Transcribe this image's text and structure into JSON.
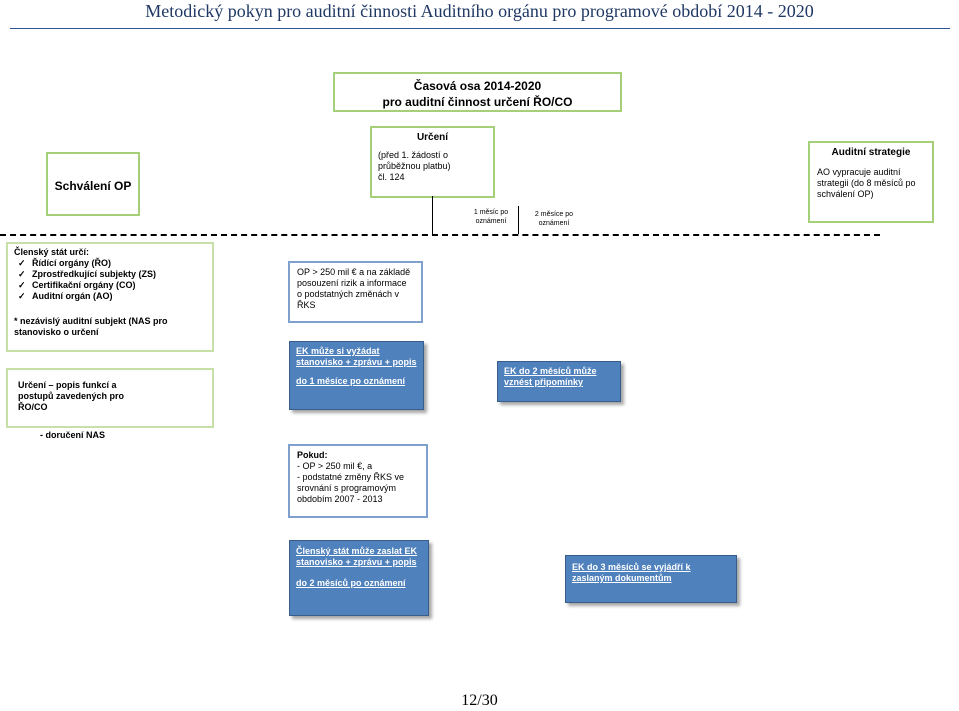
{
  "header": {
    "title": "Metodický pokyn pro auditní činnosti Auditního orgánu pro programové období 2014 - 2020"
  },
  "timeline_box": {
    "line1": "Časová osa 2014-2020",
    "line2": "pro auditní činnost určení ŘO/CO"
  },
  "schvaleni": {
    "label": "Schválení OP"
  },
  "urceni": {
    "title": "Určení",
    "text": "(před 1. žádostí o průběžnou platbu)\nčl. 124"
  },
  "auditni_strategie": {
    "title": "Auditní strategie",
    "text": "AO vypracuje auditní strategii (do 8 měsíců po schválení OP)"
  },
  "timeline_labels": {
    "one_month": "1 měsíc po oznámení",
    "two_months": "2 měsíce po oznámení"
  },
  "clensky_stat": {
    "title": "Členský stát určí:",
    "items": [
      "Řídící orgány (ŘO)",
      "Zprostředkující subjekty (ZS)",
      "Certifikační orgány (CO)",
      "Auditní orgán (AO)"
    ],
    "check": "✓",
    "note": "* nezávislý auditní subjekt (NAS pro stanovisko o určení"
  },
  "urceni_popis": {
    "text": "Určení – popis funkcí a postupů zavedených pro ŘO/CO"
  },
  "doruceni": {
    "text": "-   doručení NAS"
  },
  "op_box": {
    "text": "OP > 250 mil € a na základě posouzení rizik a informace o podstatných změnách v ŘKS"
  },
  "ek_vyzadat": {
    "line1": "EK může si vyžádat stanovisko + zprávu + popis",
    "line2": "do 1 měsíce po oznámení"
  },
  "ek_pripominky": {
    "text": "EK do 2 měsíců může vznést připomínky"
  },
  "pokud_box": {
    "title": "Pokud:",
    "line1": "- OP > 250 mil €, a",
    "line2": "- podstatné změny ŘKS ve srovnání s programovým obdobím 2007 - 2013"
  },
  "clensky_zaslat": {
    "line1": "Členský stát může zaslat EK stanovisko + zprávu + popis",
    "line2": "do 2 měsíců po oznámení"
  },
  "ek_3mesice": {
    "text": "EK do 3 měsíců se vyjádří k zaslaným dokumentům"
  },
  "footer": {
    "page": "12/30"
  }
}
